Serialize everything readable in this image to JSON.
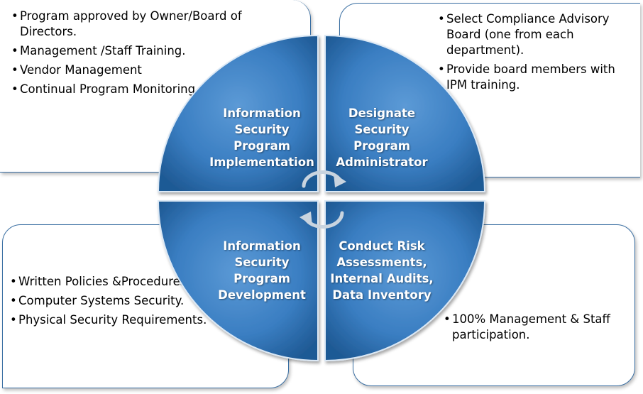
{
  "quadrants": {
    "top_left": "Information Security Program Implementation",
    "top_right": "Designate Security Program Administrator",
    "bottom_left": "Information Security Program Development",
    "bottom_right": "Conduct Risk Assessments, Internal Audits, Data Inventory"
  },
  "boxes": {
    "top_left": [
      "Program approved by Owner/Board of Directors.",
      "Management /Staff Training.",
      "Vendor Management",
      " Continual Program Monitoring."
    ],
    "top_right": [
      "Select Compliance Advisory Board  (one from each department).",
      "Provide board members with IPM training."
    ],
    "bottom_left": [
      "Written Policies &Procedures.",
      "Computer Systems Security.",
      "Physical Security Requirements."
    ],
    "bottom_right": [
      "100% Management & Staff participation."
    ]
  },
  "colors": {
    "quadrant_fill": "#3a7ec2",
    "quadrant_dark": "#1f5a95",
    "box_border": "#3a6fa3"
  }
}
